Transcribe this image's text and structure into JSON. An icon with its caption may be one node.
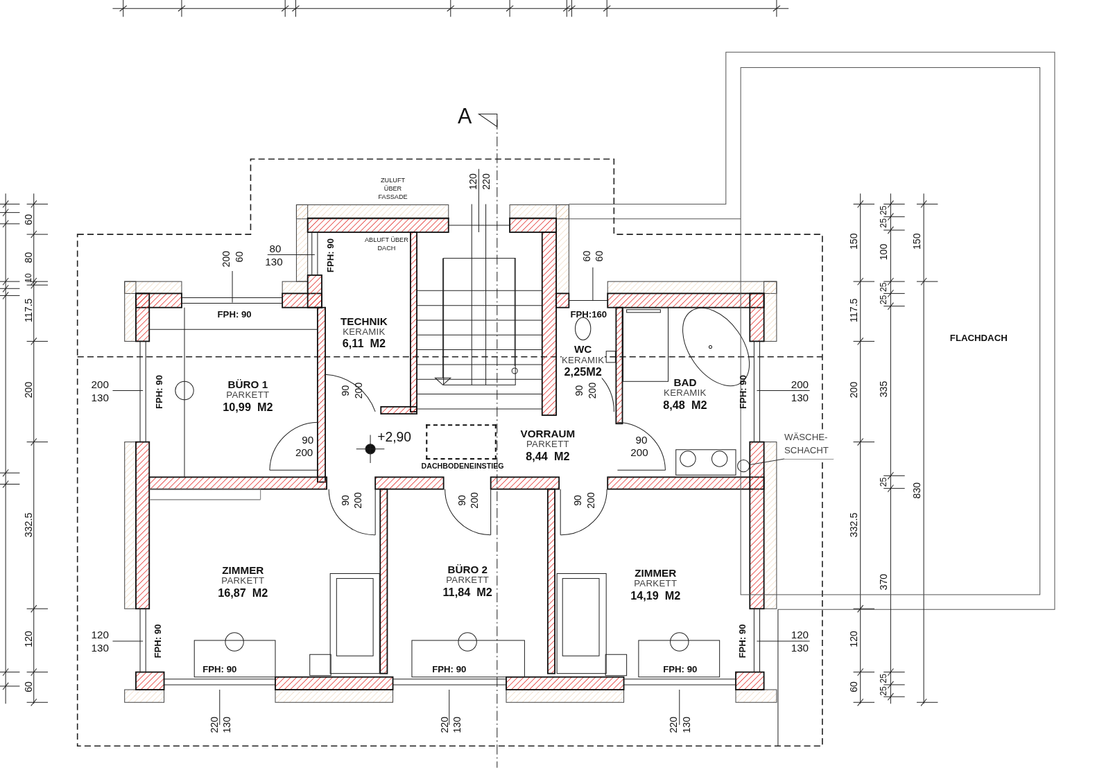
{
  "diagram": {
    "nodes": [
      {
        "text": [
          "TECHNIK",
          "KERAMIK",
          "6,11  M2"
        ]
      },
      {
        "text": [
          "BÜRO  1",
          "PARKETT",
          "10,99  M2"
        ]
      },
      {
        "text": [
          "WC",
          "KERAMIK",
          "2,25M2"
        ]
      },
      {
        "text": [
          "BAD",
          "KERAMIK",
          "8,48  M2"
        ]
      },
      {
        "text": [
          "VORRAUM",
          "PARKETT",
          "8,44  M2"
        ]
      },
      {
        "text": [
          "ZIMMER",
          "PARKETT",
          "16,87  M2"
        ]
      },
      {
        "text": [
          "BÜRO  2",
          "PARKETT",
          "11,84  M2"
        ]
      },
      {
        "text": [
          "ZIMMER",
          "PARKETT",
          "14,19  M2"
        ]
      },
      {
        "text": [
          "FLACHDACH"
        ]
      },
      {
        "text": [
          "WÄSCHE-SCHACHT"
        ]
      },
      {
        "text": [],
        "shape": "circle"
      },
      {
        "text": [
          "DACHBODENEINSTIEG"
        ]
      }
    ],
    "edges": [
      {
        "from": 9,
        "to": 10,
        "arrow": "none"
      }
    ],
    "labels": [
      "A",
      "ZULUFT ÜBER FASSADE",
      "120",
      "220",
      "ABLUFT ÜBER DACH",
      "200",
      "60",
      "80",
      "130",
      "FPH: 90",
      "60",
      "60",
      "FPH: 90",
      "FPH:160",
      "200",
      "130",
      "FPH: 90",
      "90",
      "200",
      "90",
      "200",
      "FPH: 90",
      "200",
      "130",
      "90",
      "200",
      "+2,90",
      "90",
      "200",
      "90",
      "200",
      "90",
      "200",
      "90",
      "200",
      "FPH: 90",
      "120",
      "130",
      "FPH: 90",
      "120",
      "130",
      "FPH: 90",
      "FPH: 90",
      "FPH: 90",
      "220",
      "130",
      "220",
      "130",
      "220",
      "130",
      "60",
      "80",
      "10",
      "117.5",
      "200",
      "332.5",
      "120",
      "60",
      "150",
      "117.5",
      "200",
      "332.5",
      "120",
      "60",
      "25",
      "25",
      "100",
      "25",
      "25",
      "335",
      "25",
      "370",
      "25",
      "25",
      "150",
      "830"
    ]
  }
}
